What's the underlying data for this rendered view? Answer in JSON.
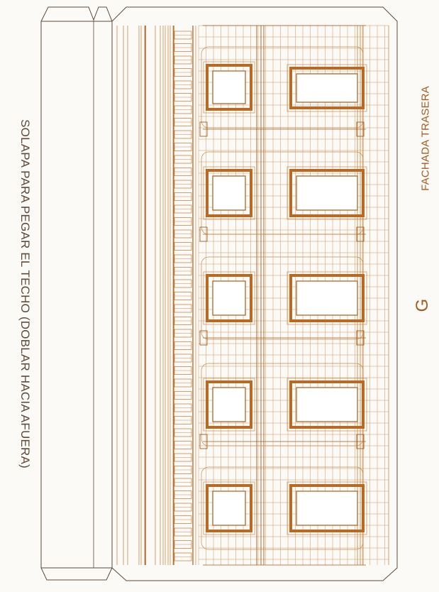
{
  "labels": {
    "flap": "SOLAPA PARA PEGAR EL TECHO (DOBLAR HACIA AFUERA)",
    "facade": "FACHADA TRASERA",
    "sheet_letter": "G"
  },
  "colors": {
    "paper": "#fbfaf7",
    "line": "#c98a48",
    "dark_line": "#a35d1c",
    "frame_fill": "#b86a24",
    "text": "#5e4a3a"
  },
  "facade": {
    "bays": 5,
    "windows_per_bay": 2
  }
}
